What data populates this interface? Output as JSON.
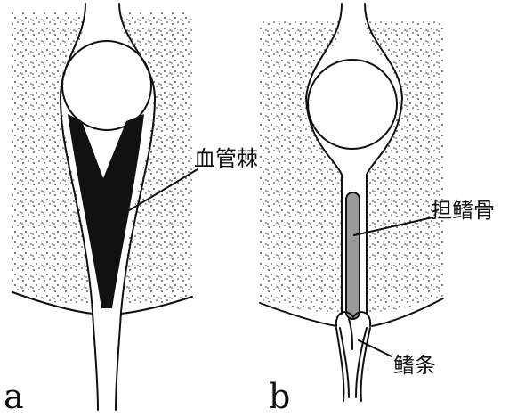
{
  "panels": [
    {
      "letter": "a",
      "labels": [
        "血管棘"
      ]
    },
    {
      "letter": "b",
      "labels": [
        "担鳍骨",
        "鳍条"
      ]
    }
  ],
  "colors": {
    "ink": "#111111",
    "background": "#ffffff",
    "bone_fill": "#9a9a9a"
  }
}
